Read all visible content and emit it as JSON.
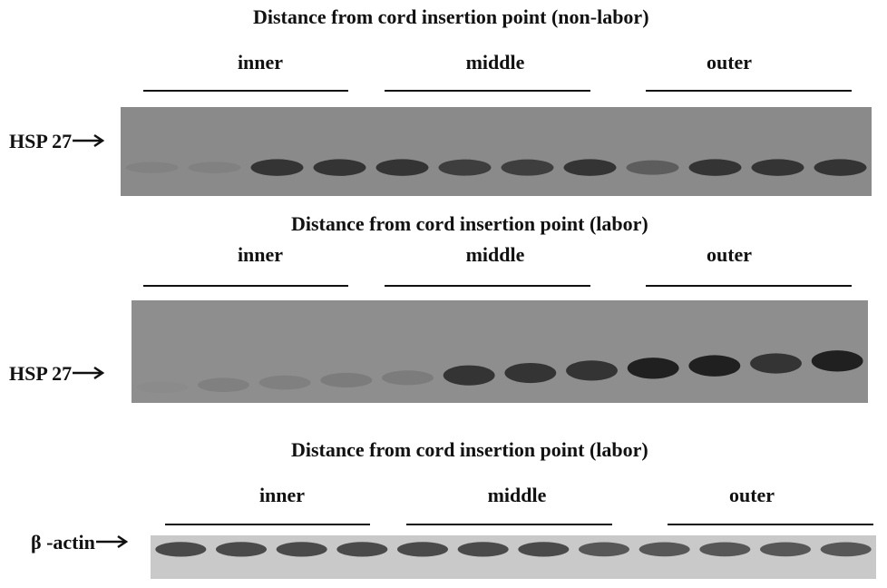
{
  "panels": [
    {
      "title": "Distance from cord insertion point (non-labor)",
      "regions": [
        "inner",
        "middle",
        "outer"
      ],
      "marker": "HSP 27",
      "tone": "#8a8a8a"
    },
    {
      "title": "Distance from cord insertion point  (labor)",
      "regions": [
        "inner",
        "middle",
        "outer"
      ],
      "marker": "HSP 27",
      "tone": "#8e8e8e"
    },
    {
      "title": "Distance from cord insertion point  (labor)",
      "regions": [
        "inner",
        "middle",
        "outer"
      ],
      "marker": "β -actin",
      "tone": "#c9c9c9"
    }
  ],
  "lane_intensity": [
    [
      0.22,
      0.25,
      0.85,
      0.85,
      0.85,
      0.8,
      0.8,
      0.85,
      0.6,
      0.85,
      0.85,
      0.85
    ],
    [
      0.05,
      0.3,
      0.3,
      0.35,
      0.35,
      0.85,
      0.85,
      0.85,
      0.95,
      0.95,
      0.85,
      0.95
    ],
    [
      0.8,
      0.8,
      0.8,
      0.8,
      0.8,
      0.8,
      0.8,
      0.75,
      0.75,
      0.75,
      0.75,
      0.75
    ]
  ]
}
